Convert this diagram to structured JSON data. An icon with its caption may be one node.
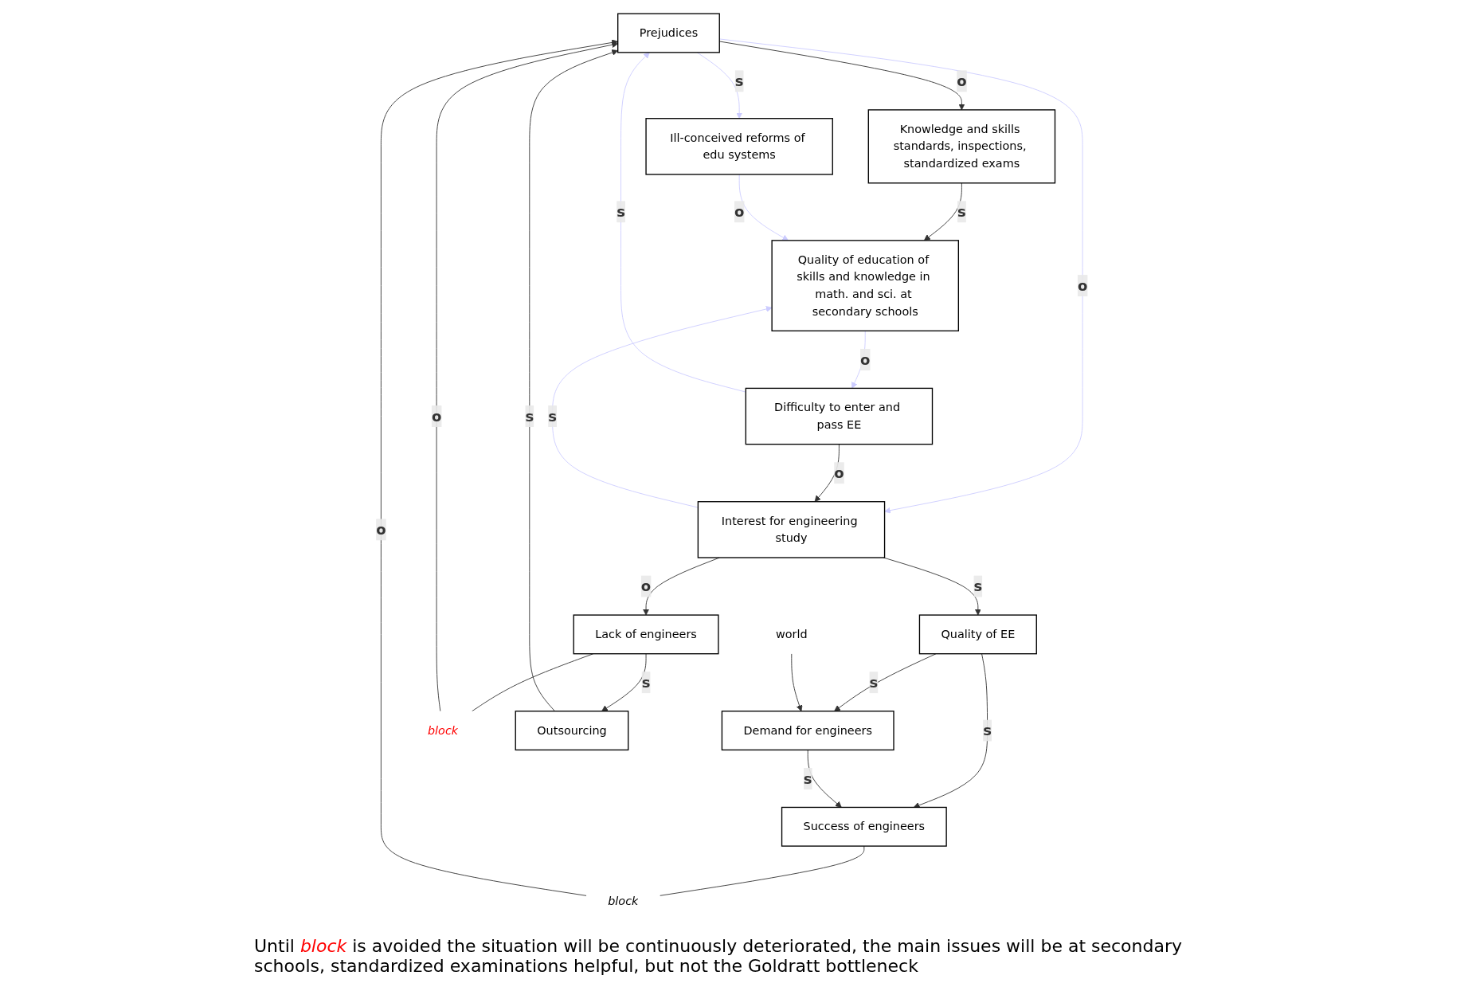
{
  "diagram": {
    "nodes": [
      {
        "text": [
          "Prejudices"
        ]
      },
      {
        "text": [
          "block"
        ]
      },
      {
        "text": [
          "Success of engineers"
        ]
      },
      {
        "text": [
          "Quality of EE"
        ]
      },
      {
        "text": [
          "Demand for engineers"
        ]
      },
      {
        "text": [
          "world"
        ]
      },
      {
        "text": [
          "block"
        ]
      },
      {
        "text": [
          "Lack of engineers"
        ]
      },
      {
        "text": [
          "Interest for engineering study"
        ]
      },
      {
        "text": [
          "Difficulty to enter and pass EE"
        ]
      },
      {
        "text": [
          "Outsourcing"
        ]
      },
      {
        "text": [
          "Quality of education of skills and knowledge in math. and sci. at secondary schools"
        ]
      },
      {
        "text": [
          "Knowledge and skills standards, inspections, standardized exams"
        ]
      },
      {
        "text": [
          "Ill-conceived reforms of edu systems"
        ]
      }
    ],
    "edges": [
      {
        "from": 2,
        "to": 1,
        "arrow": "none"
      },
      {
        "from": 1,
        "to": 0,
        "arrow": "to",
        "label": "o"
      },
      {
        "from": 0,
        "to": 12,
        "arrow": "to",
        "label": "o"
      },
      {
        "from": 9,
        "to": 0,
        "arrow": "to",
        "label": "s",
        "color": "#ccccff"
      },
      {
        "from": 0,
        "to": 13,
        "arrow": "to",
        "label": "s",
        "color": "#ccccff"
      },
      {
        "from": 10,
        "to": 0,
        "arrow": "to",
        "label": "s"
      },
      {
        "from": 7,
        "to": 6,
        "arrow": "none"
      },
      {
        "from": 6,
        "to": 0,
        "arrow": "to",
        "label": "o"
      },
      {
        "from": 0,
        "to": 8,
        "arrow": "to",
        "label": "o",
        "color": "#ccccff"
      },
      {
        "from": 3,
        "to": 2,
        "arrow": "to",
        "label": "s"
      },
      {
        "from": 3,
        "to": 4,
        "arrow": "to",
        "label": "s"
      },
      {
        "from": 4,
        "to": 2,
        "arrow": "to",
        "label": "s"
      },
      {
        "from": 5,
        "to": 4,
        "arrow": "to"
      },
      {
        "from": 8,
        "to": 3,
        "arrow": "to",
        "label": "s"
      },
      {
        "from": 8,
        "to": 7,
        "arrow": "to",
        "label": "o"
      },
      {
        "from": 9,
        "to": 8,
        "arrow": "to",
        "label": "o"
      },
      {
        "from": 7,
        "to": 10,
        "arrow": "to",
        "label": "s"
      },
      {
        "from": 8,
        "to": 11,
        "arrow": "to",
        "label": "s",
        "color": "#ccccff"
      },
      {
        "from": 11,
        "to": 9,
        "arrow": "to",
        "label": "o",
        "color": "#ccccff"
      },
      {
        "from": 12,
        "to": 11,
        "arrow": "to",
        "label": "s"
      },
      {
        "from": 13,
        "to": 11,
        "arrow": "to",
        "label": "o",
        "color": "#ccccff"
      }
    ],
    "labels": [
      "Until *block* is avoided the situation will be continuously deteriorated, the main issues will be at secondary schools, standardized examinations helpful, but not the Goldratt bottleneck"
    ]
  }
}
